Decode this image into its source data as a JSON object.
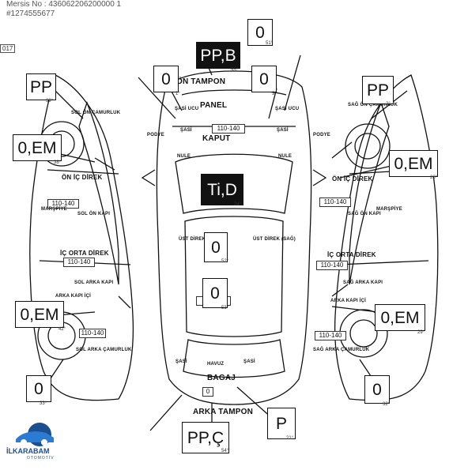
{
  "header": {
    "mersis": "Mersis No : 436062206200000 1",
    "ref": "#1274555677",
    "edge_code": "017"
  },
  "parts": {
    "on_tampon": "ÖN TAMPON",
    "panel": "PANEL",
    "kaput": "KAPUT",
    "arka_tampon": "ARKA TAMPON",
    "bagaj": "BAGAJ",
    "havuz": "HAVUZ",
    "sol_on_kapi": "SOL ÖN KAPI",
    "sol_arka_kapi": "SOL ARKA KAPI",
    "sag_on_kapi": "SAĞ ÖN KAPI",
    "sag_arka_kapi": "SAĞ ARKA KAPI",
    "sol_on_camurluk": "SOL ÖN ÇAMURLUK",
    "sag_on_camurluk": "SAĞ ÖN ÇAMURLUK",
    "sol_arka_camurluk": "SOL ARKA ÇAMURLUK",
    "sag_arka_camurluk": "SAĞ ARKA ÇAMURLUK",
    "on_ic_direk": "ÖN İÇ DİREK",
    "ic_orta_direk": "İÇ ORTA DİREK",
    "arka_kapi_ici": "ARKA KAPI İÇİ",
    "ust_direk_sol": "ÜST DİREK (SOL)",
    "ust_direk_sag": "ÜST DİREK (SAĞ)",
    "marspiye": "MARŞPİYE",
    "sasi": "ŞASİ",
    "sasi_ucu": "ŞASİ UCU",
    "podye": "PODYE",
    "nule": "NULE"
  },
  "thickness": {
    "kaput": "110-140",
    "tavan": "110-140",
    "sol_on": "110-140",
    "sol_orta": "110-140",
    "sol_arka": "110-140",
    "sag_on": "110-140",
    "sag_orta": "110-140",
    "sag_arka": "110-140",
    "bagaj": "0"
  },
  "marks": {
    "on_tampon": {
      "code": "PP,B",
      "angle": "55°"
    },
    "sol_far": {
      "code": "0",
      "angle": "1°"
    },
    "sag_far": {
      "code": "0",
      "angle": "3°"
    },
    "on_ust": {
      "code": "0",
      "angle": "51°"
    },
    "sol_on_camurluk": {
      "code": "PP",
      "angle": "39°"
    },
    "sol_on_kapi": {
      "code": "0,EM",
      "angle": "38°"
    },
    "sol_arka_kapi": {
      "code": "0,EM",
      "angle": "42°"
    },
    "sol_arka_camurluk": {
      "code": "0",
      "angle": "33°"
    },
    "tavan_on": {
      "code": "Ti,D",
      "angle": "24°"
    },
    "tavan_orta": {
      "code": "0",
      "angle": "52°"
    },
    "tavan_arka": {
      "code": "0",
      "angle": "53°"
    },
    "sag_on_camurluk": {
      "code": "PP",
      "angle": "2°"
    },
    "sag_on_kapi": {
      "code": "0,EM",
      "angle": "28°"
    },
    "sag_arka_kapi": {
      "code": "0,EM",
      "angle": "29°"
    },
    "sag_arka_camurluk": {
      "code": "0",
      "angle": "32°"
    },
    "bagaj": {
      "code": "P",
      "angle": "21°"
    },
    "arka_tampon": {
      "code": "PP,Ç",
      "angle": "54°"
    }
  },
  "brand": {
    "name": "İLKARABAM",
    "sub": "OTOMOTİV",
    "color": "#1b4f8f"
  }
}
